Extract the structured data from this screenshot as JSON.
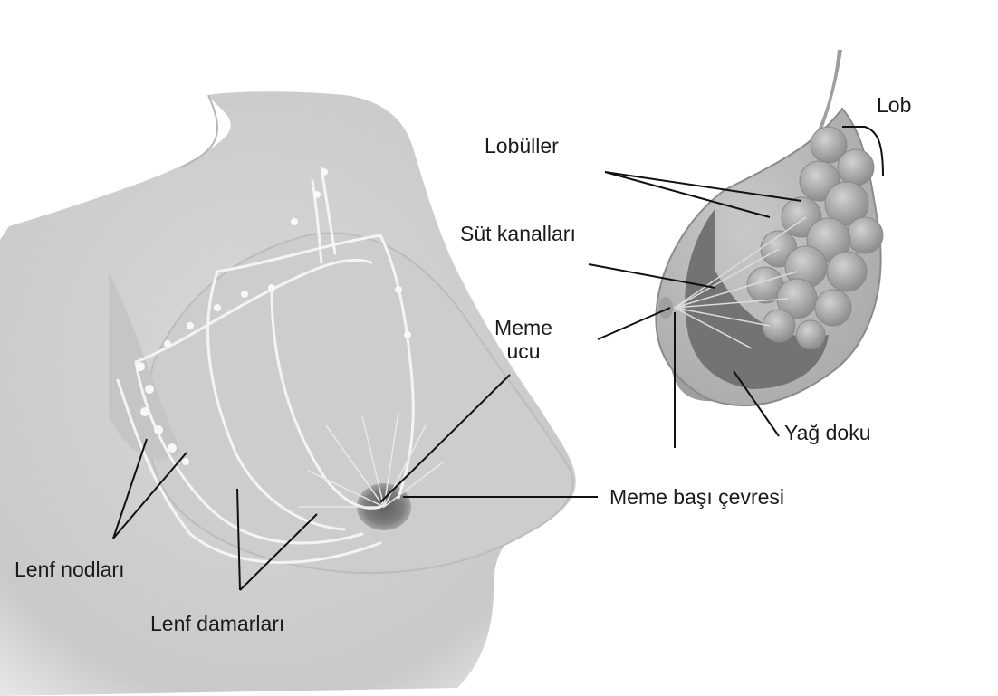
{
  "labels": {
    "lob": "Lob",
    "lobuller": "Lobüller",
    "sut_kanallari": "Süt kanalları",
    "meme_ucu_1": "Meme",
    "meme_ucu_2": "ucu",
    "yag_doku": "Yağ doku",
    "meme_basi_cevresi": "Meme başı çevresi",
    "lenf_nodlari": "Lenf nodları",
    "lenf_damarlari": "Lenf damarları"
  },
  "colors": {
    "background": "#ffffff",
    "body_fill": "#d2d2d2",
    "body_shade": "#c4c4c4",
    "breast_fill": "#bdbdbd",
    "areola": "#7a7a7a",
    "lobule": "#a8a8a8",
    "fat_dark": "#6e6e6e",
    "leader_line": "#111111",
    "lymph": "#f4f4f4"
  }
}
